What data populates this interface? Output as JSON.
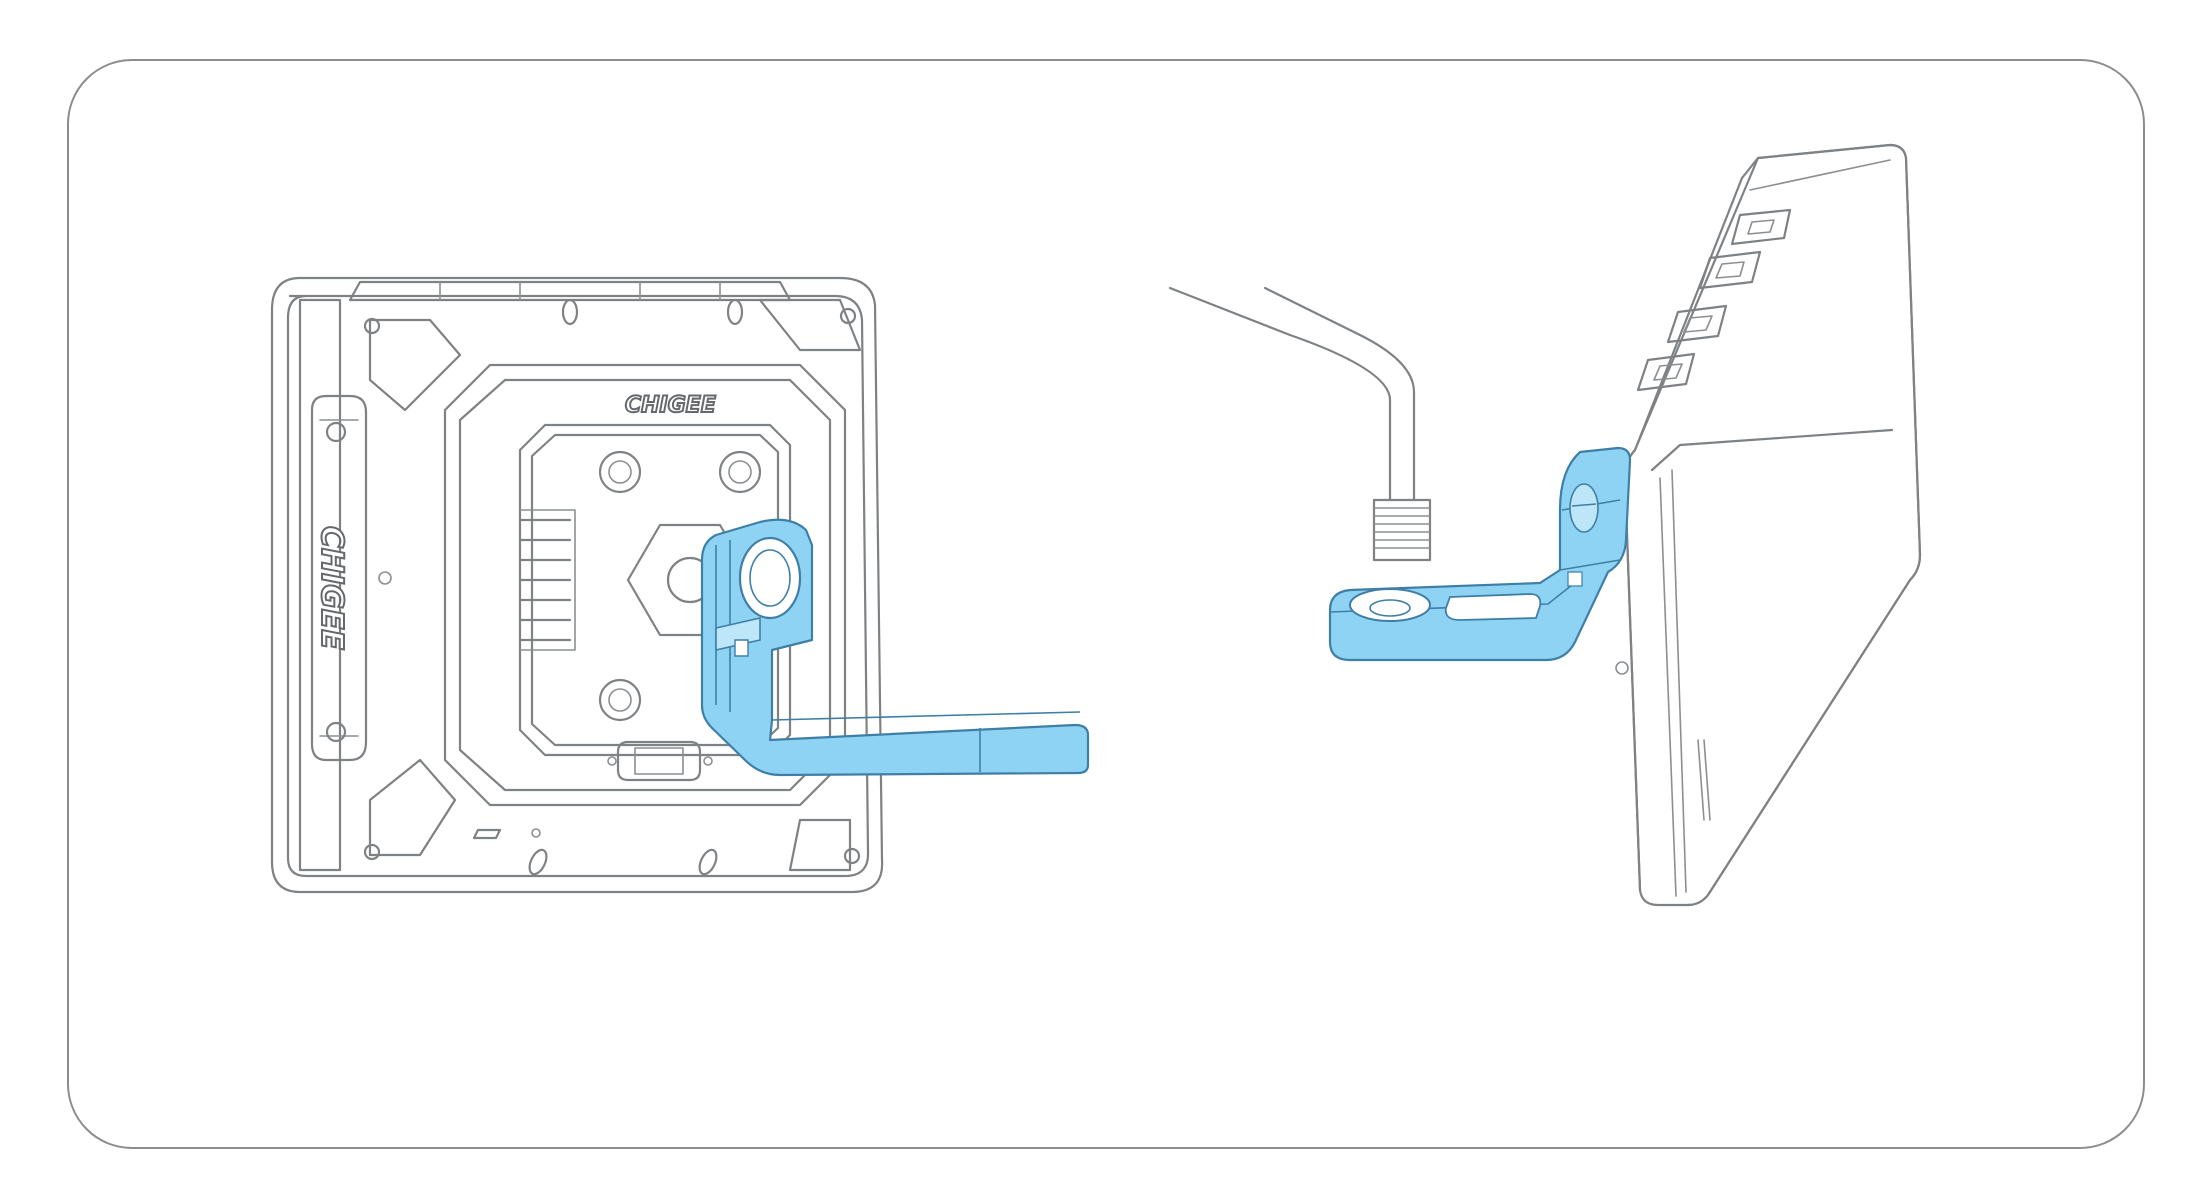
{
  "figure": {
    "brand_mark": "CHIGEE",
    "colors": {
      "frame_stroke": "#8d8d8d",
      "line_art": "#7f8285",
      "bracket_fill": "#8ed3f4",
      "bracket_stroke": "#3f7fa6",
      "background": "#ffffff"
    },
    "views": [
      "rear-view-device-with-bracket",
      "side-view-device-with-bracket-and-mirror-stem"
    ]
  }
}
